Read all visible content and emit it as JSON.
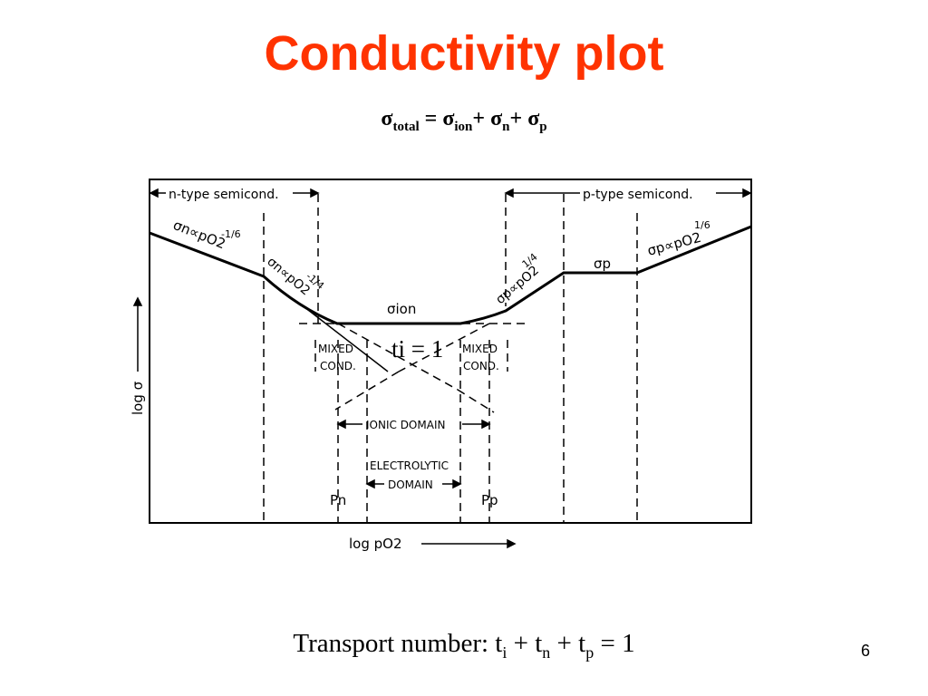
{
  "slide": {
    "title": "Conductivity plot",
    "page_number": "6"
  },
  "formula": {
    "sigma": "σ",
    "total_sub": "total",
    "equals": " = ",
    "ion_sub": "ion",
    "plus": "+ ",
    "n_sub": "n",
    "p_sub": "p"
  },
  "transport": {
    "label": "Transport number: ",
    "t": "t",
    "i_sub": "i",
    "n_sub": "n",
    "p_sub": "p",
    "plus": " + ",
    "equals_one": " = 1"
  },
  "diagram": {
    "n_type": "n-type semicond.",
    "p_type": "p-type semicond.",
    "sigma_n_sixth": "σn∝pO2",
    "exp_neg_sixth": "-1/6",
    "sigma_n_quarter": "σn∝pO2",
    "exp_neg_quarter": "-1/4",
    "sigma_ion": "σion",
    "sigma_p_quarter": "σp∝pO2",
    "exp_pos_quarter": "1/4",
    "sigma_p": "σp",
    "sigma_p_sixth": "σp∝pO2",
    "exp_pos_sixth": "1/6",
    "ti_eq_1": "ti = 1",
    "mixed_1": "MIXED",
    "cond_1": "COND.",
    "mixed_2": "MIXED",
    "cond_2": "COND.",
    "ionic_domain": "IONIC DOMAIN",
    "electrolytic_1": "ELECTROLYTIC",
    "electrolytic_2": "DOMAIN",
    "pn": "Pn",
    "pp": "Pp",
    "y_axis": "log σ",
    "x_axis": "log pO2"
  }
}
